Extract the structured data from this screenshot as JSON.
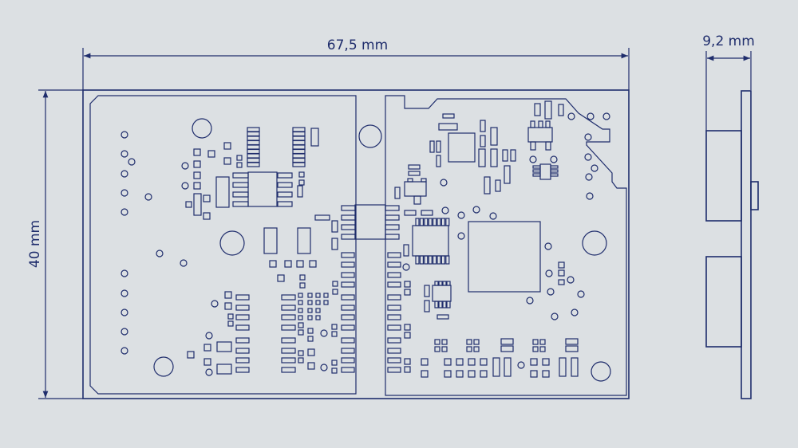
{
  "drawing": {
    "width_label": "67,5 mm",
    "height_label": "40 mm",
    "depth_label": "9,2 mm",
    "line_color": "#1f2d6c",
    "background_color": "#dce0e3"
  }
}
